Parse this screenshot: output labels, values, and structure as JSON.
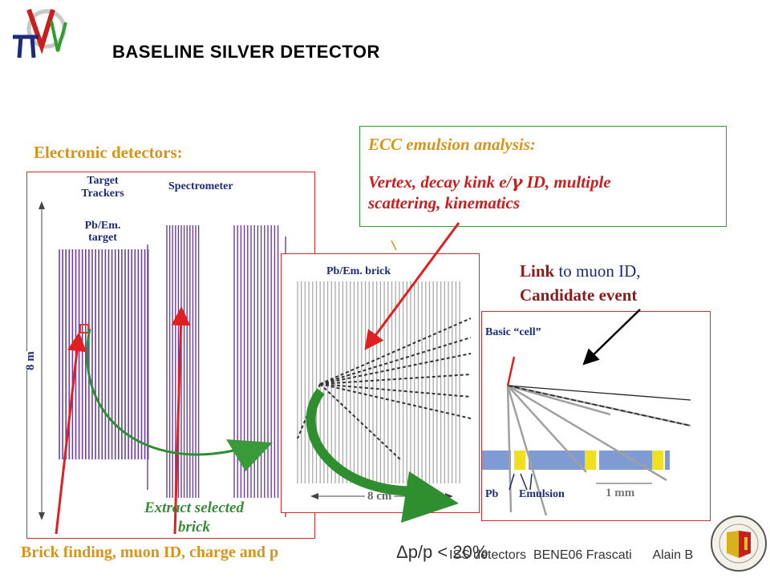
{
  "slide": {
    "title": "BASELINE SILVER DETECTOR",
    "electronic_heading": "Electronic detectors:",
    "ecc_title": "ECC emulsion analysis:",
    "ecc_line1_a": "Vertex, decay kink  e/",
    "ecc_gamma": "γ",
    "ecc_line1_b": " ID, multiple",
    "ecc_line2": "scattering, kinematics",
    "link_word": "Link",
    "link_rest": " to muon ID,",
    "candidate": "Candidate event",
    "bottom_left": "Brick finding, muon ID, charge and p",
    "delta_p": "Δp/p < 20%",
    "extract_line1": "Extract selected",
    "extract_line2": "brick"
  },
  "detector_panel": {
    "target_trackers_1": "Target",
    "target_trackers_2": "Trackers",
    "spectrometer": "Spectrometer",
    "pb_em_1": "Pb/Em.",
    "pb_em_2": "target",
    "size_label": "8 m"
  },
  "brick_panel": {
    "label": "Pb/Em. brick",
    "size_label": "8 cm"
  },
  "cell_panel": {
    "label": "Basic “cell”",
    "pb_label": "Pb",
    "emulsion_label": "Emulsion",
    "size_label": "1 mm"
  },
  "footer": {
    "text": "ISS detectors  BENE06 Frascati      Alain B"
  },
  "colors": {
    "orange": "#d7941a",
    "red": "#d32b2b",
    "green": "#2f9e2f",
    "purple": "#6b3f9c",
    "navy": "#1c2b7a"
  }
}
